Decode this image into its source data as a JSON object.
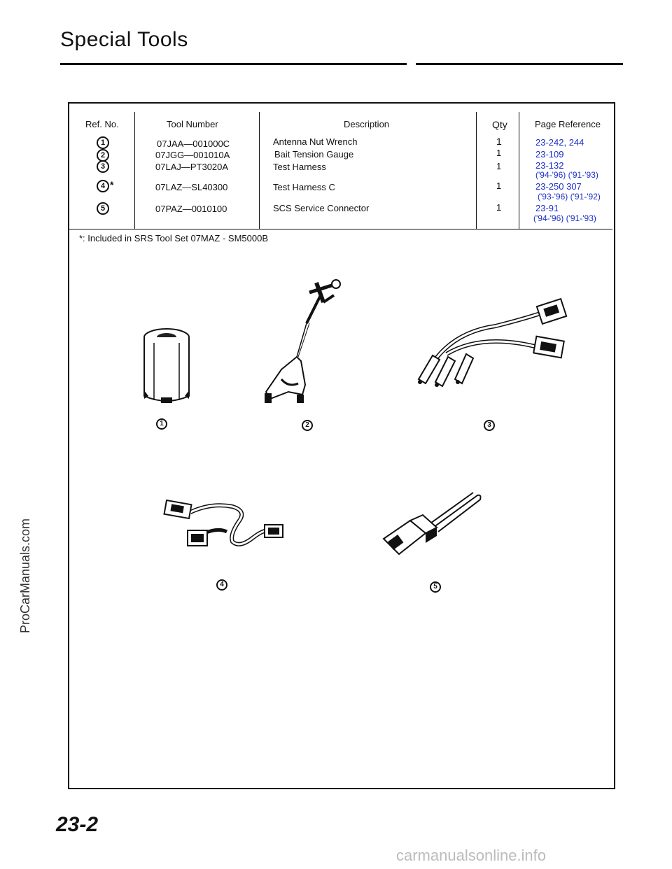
{
  "page": {
    "title": "Special Tools",
    "page_number": "23-2"
  },
  "table": {
    "headers": {
      "ref_no": "Ref. No.",
      "tool_number": "Tool  Number",
      "description": "Description",
      "qty": "Qty",
      "page_reference": "Page Reference"
    },
    "rows": [
      {
        "ref": "1",
        "marker": "",
        "tool_number": "07JAA—001000C",
        "description": "Antenna  Nut  Wrench",
        "qty": "1",
        "page_ref": "23-242, 244",
        "page_ref_note": ""
      },
      {
        "ref": "2",
        "marker": "",
        "tool_number": "07JGG—001010A",
        "description": "Bait Tension Gauge",
        "qty": "1",
        "page_ref": "23-109",
        "page_ref_note": ""
      },
      {
        "ref": "3",
        "marker": "",
        "tool_number": "07LAJ—PT3020A",
        "description": "Test Harness",
        "qty": "1",
        "page_ref": "23-132",
        "page_ref_note": "('94-'96) ('91-'93)"
      },
      {
        "ref": "4",
        "marker": "*",
        "tool_number": "07LAZ—SL40300",
        "description": "Test Harness C",
        "qty": "1",
        "page_ref": "23-250  307",
        "page_ref_note": "('93-'96) ('91-'92)"
      },
      {
        "ref": "5",
        "marker": "",
        "tool_number": "07PAZ—0010100",
        "description": "SCS Service Connector",
        "qty": "1",
        "page_ref": "23-91",
        "page_ref_note": "('94-'96) ('91-'93)"
      }
    ],
    "footnote": "*: Included in SRS Tool Set 07MAZ - SM5000B"
  },
  "illustrations": {
    "callouts": [
      "1",
      "2",
      "3",
      "4",
      "5"
    ]
  },
  "watermarks": {
    "left": "ProCarManuals.com",
    "bottom": "carmanualsonline.info"
  },
  "colors": {
    "page_reference_text": "#1a2fc7",
    "ink": "#111111"
  }
}
